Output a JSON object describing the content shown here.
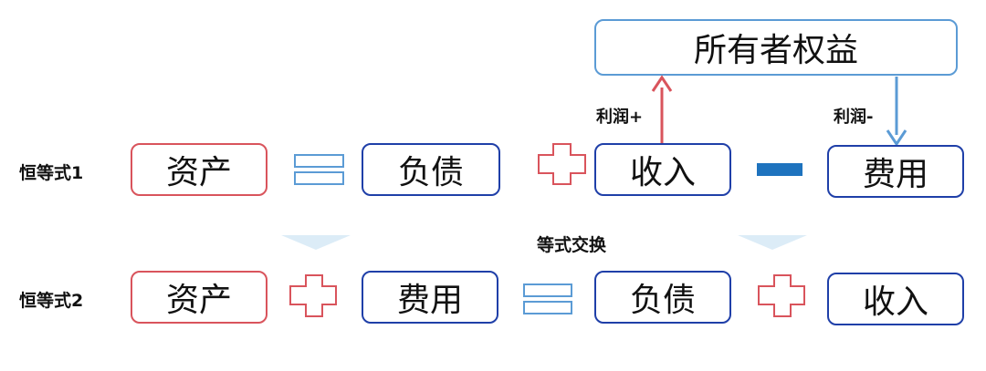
{
  "owners_equity": "所有者权益",
  "profit_plus": "利润+",
  "profit_minus": "利润-",
  "swap_label": "等式交换",
  "row1": {
    "label": "恒等式1",
    "assets": "资产",
    "liabilities": "负债",
    "revenue": "收入",
    "expenses": "费用"
  },
  "row2": {
    "label": "恒等式2",
    "assets": "资产",
    "expenses": "费用",
    "liabilities": "负债",
    "revenue": "收入"
  },
  "colors": {
    "dark_blue": "#1f3fa8",
    "light_blue": "#5b9bd5",
    "red": "#d9545c",
    "minus_blue": "#1e73be",
    "chevron": "#dcecf7"
  }
}
